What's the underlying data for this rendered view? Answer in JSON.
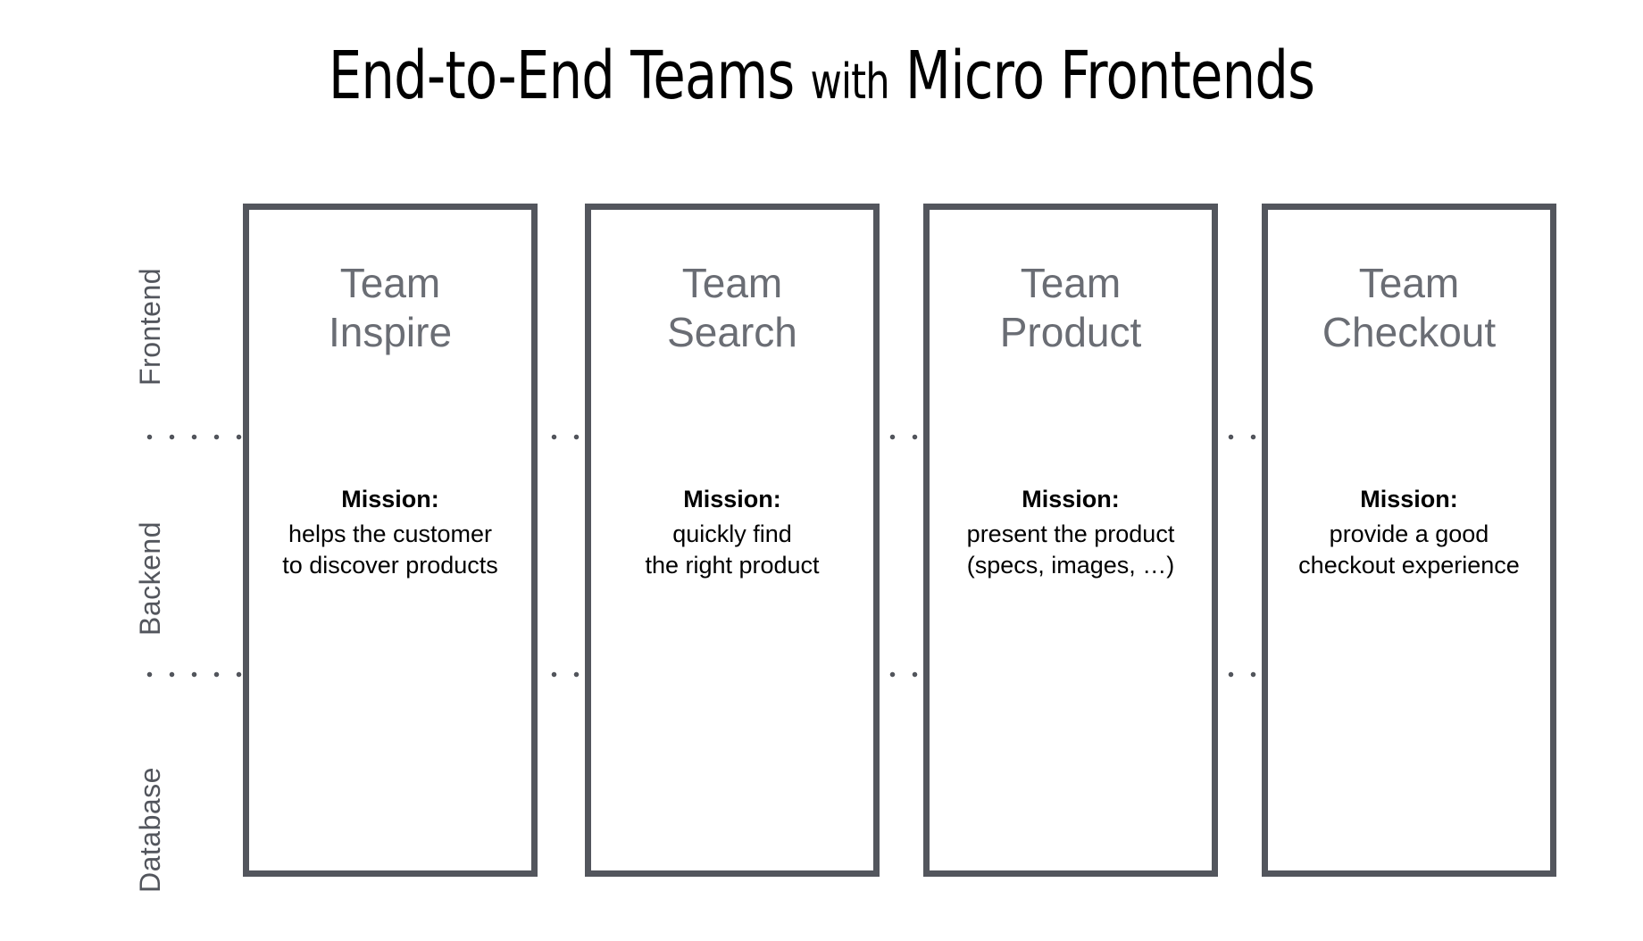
{
  "slide": {
    "title": {
      "part1": "End-to-End Teams",
      "part2": "with",
      "part3": "Micro Frontends"
    },
    "colors": {
      "border": "#53565d",
      "team_name": "#6a6d74",
      "label": "#53565d",
      "text": "#000000",
      "background": "#ffffff"
    },
    "layers": [
      {
        "id": "frontend",
        "label": "Frontend"
      },
      {
        "id": "backend",
        "label": "Backend"
      },
      {
        "id": "database",
        "label": "Database"
      }
    ],
    "mission_label": "Mission:",
    "teams": [
      {
        "id": "inspire",
        "name_line1": "Team",
        "name_line2": "Inspire",
        "mission_label": "Mission:",
        "mission_line1": "helps the customer",
        "mission_line2": "to discover products"
      },
      {
        "id": "search",
        "name_line1": "Team",
        "name_line2": "Search",
        "mission_label": "Mission:",
        "mission_line1": "quickly find",
        "mission_line2": "the right product"
      },
      {
        "id": "product",
        "name_line1": "Team",
        "name_line2": "Product",
        "mission_label": "Mission:",
        "mission_line1": "present the product",
        "mission_line2": "(specs, images, …)"
      },
      {
        "id": "checkout",
        "name_line1": "Team",
        "name_line2": "Checkout",
        "mission_label": "Mission:",
        "mission_line1": "provide a good",
        "mission_line2": "checkout experience"
      }
    ]
  }
}
